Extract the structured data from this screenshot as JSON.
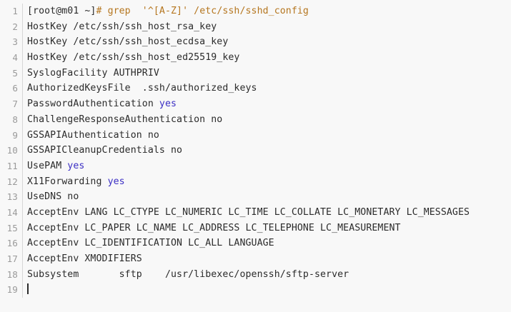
{
  "terminal": {
    "title": "Terminal — sshd_config grep output",
    "background_color": "#f8f8f8",
    "text_color": "#2b2b2b",
    "gutter_color": "#9a9a9a",
    "divider_color": "#d7d7d7",
    "command_color": "#b5761f",
    "value_color": "#3b2fc4",
    "cursor_visible": true,
    "prompt": "[root@m01 ~]",
    "lines": [
      {
        "number": "1",
        "segments": [
          {
            "text": "[root@m01 ~]",
            "style": "default"
          },
          {
            "text": "# grep  '^[A-Z]' /etc/ssh/sshd_config",
            "style": "cmd"
          }
        ]
      },
      {
        "number": "2",
        "segments": [
          {
            "text": "HostKey /etc/ssh/ssh_host_rsa_key",
            "style": "default"
          }
        ]
      },
      {
        "number": "3",
        "segments": [
          {
            "text": "HostKey /etc/ssh/ssh_host_ecdsa_key",
            "style": "default"
          }
        ]
      },
      {
        "number": "4",
        "segments": [
          {
            "text": "HostKey /etc/ssh/ssh_host_ed25519_key",
            "style": "default"
          }
        ]
      },
      {
        "number": "5",
        "segments": [
          {
            "text": "SyslogFacility AUTHPRIV",
            "style": "default"
          }
        ]
      },
      {
        "number": "6",
        "segments": [
          {
            "text": "AuthorizedKeysFile  .ssh/authorized_keys",
            "style": "default"
          }
        ]
      },
      {
        "number": "7",
        "segments": [
          {
            "text": "PasswordAuthentication ",
            "style": "default"
          },
          {
            "text": "yes",
            "style": "value"
          }
        ]
      },
      {
        "number": "8",
        "segments": [
          {
            "text": "ChallengeResponseAuthentication no",
            "style": "default"
          }
        ]
      },
      {
        "number": "9",
        "segments": [
          {
            "text": "GSSAPIAuthentication no",
            "style": "default"
          }
        ]
      },
      {
        "number": "10",
        "segments": [
          {
            "text": "GSSAPICleanupCredentials no",
            "style": "default"
          }
        ]
      },
      {
        "number": "11",
        "segments": [
          {
            "text": "UsePAM ",
            "style": "default"
          },
          {
            "text": "yes",
            "style": "value"
          }
        ]
      },
      {
        "number": "12",
        "segments": [
          {
            "text": "X11Forwarding ",
            "style": "default"
          },
          {
            "text": "yes",
            "style": "value"
          }
        ]
      },
      {
        "number": "13",
        "segments": [
          {
            "text": "UseDNS no",
            "style": "default"
          }
        ]
      },
      {
        "number": "14",
        "segments": [
          {
            "text": "AcceptEnv LANG LC_CTYPE LC_NUMERIC LC_TIME LC_COLLATE LC_MONETARY LC_MESSAGES",
            "style": "default"
          }
        ]
      },
      {
        "number": "15",
        "segments": [
          {
            "text": "AcceptEnv LC_PAPER LC_NAME LC_ADDRESS LC_TELEPHONE LC_MEASUREMENT",
            "style": "default"
          }
        ]
      },
      {
        "number": "16",
        "segments": [
          {
            "text": "AcceptEnv LC_IDENTIFICATION LC_ALL LANGUAGE",
            "style": "default"
          }
        ]
      },
      {
        "number": "17",
        "segments": [
          {
            "text": "AcceptEnv XMODIFIERS",
            "style": "default"
          }
        ]
      },
      {
        "number": "18",
        "segments": [
          {
            "text": "Subsystem\tsftp\t/usr/libexec/openssh/sftp-server",
            "style": "default"
          }
        ]
      },
      {
        "number": "19",
        "segments": [],
        "cursor": true
      }
    ]
  }
}
